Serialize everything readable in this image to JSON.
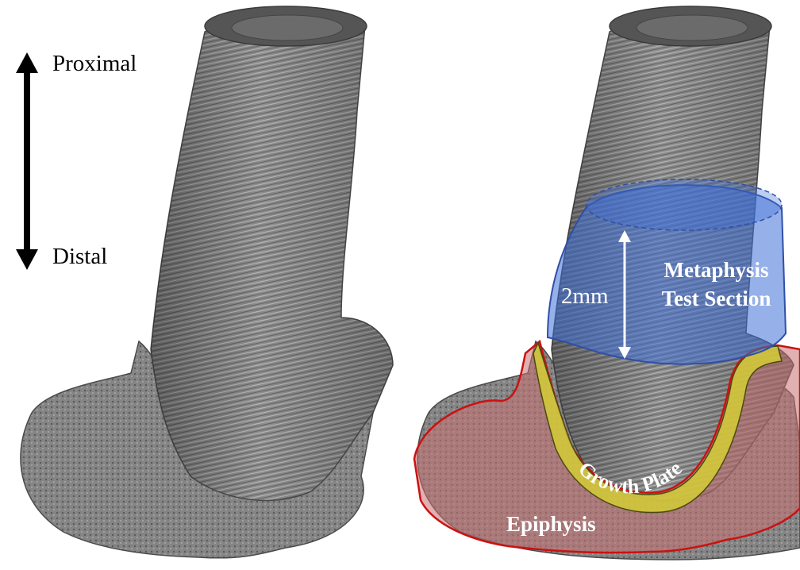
{
  "orientation": {
    "proximal_label": "Proximal",
    "distal_label": "Distal"
  },
  "regions": {
    "metaphysis_line1": "Metaphysis",
    "metaphysis_line2": "Test Section",
    "growth_plate": "Growth Plate",
    "epiphysis": "Epiphysis"
  },
  "measurement": {
    "length_label": "2mm"
  },
  "colors": {
    "bone_gray": "#8a8a8a",
    "metaphysis_blue": "#3f6fd8",
    "growth_plate_yellow": "#c8c23a",
    "epiphysis_red": "#c87070",
    "outline_red": "#cc1111"
  }
}
